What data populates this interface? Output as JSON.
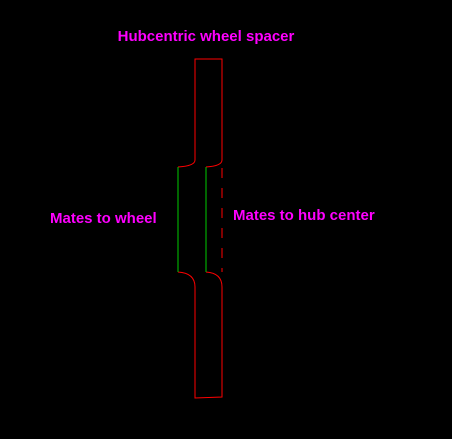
{
  "diagram": {
    "title": "Hubcentric wheel spacer",
    "label_left": "Mates to wheel",
    "label_right": "Mates to hub center"
  },
  "colors": {
    "background": "#000000",
    "label": "#ff00ff",
    "spacer_outline": "#ff0000",
    "mating_surface": "#00cc00"
  }
}
